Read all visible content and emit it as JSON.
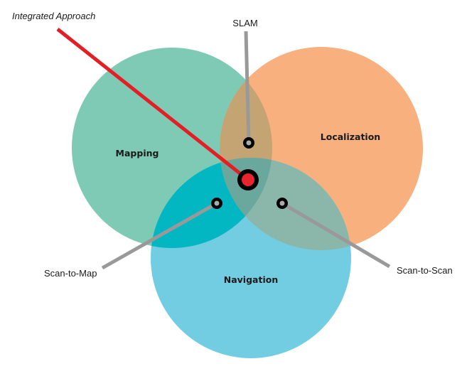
{
  "diagram": {
    "type": "venn",
    "sets": [
      {
        "id": "mapping",
        "label": "Mapping",
        "color": "#7ecab5"
      },
      {
        "id": "localization",
        "label": "Localization",
        "color": "#f8b07f"
      },
      {
        "id": "navigation",
        "label": "Navigation",
        "color": "#72cde3"
      }
    ],
    "intersections": [
      {
        "id": "slam",
        "label": "SLAM",
        "sets": [
          "mapping",
          "localization"
        ],
        "color": "#c4a472"
      },
      {
        "id": "scan-to-map",
        "label": "Scan-to-Map",
        "sets": [
          "mapping",
          "navigation"
        ],
        "color": "#02b7c2"
      },
      {
        "id": "scan-to-scan",
        "label": "Scan-to-Scan",
        "sets": [
          "localization",
          "navigation"
        ],
        "color": "#8ab7aa"
      },
      {
        "id": "integrated",
        "label": "Integrated Approach",
        "sets": [
          "mapping",
          "localization",
          "navigation"
        ],
        "color": "#6aa89d"
      }
    ],
    "colors": {
      "highlight_line": "#e31e24",
      "leader_line": "#999999",
      "marker_ring": "#000000",
      "marker_fill": "#aaaaaa",
      "highlight_fill": "#e8242c"
    }
  }
}
